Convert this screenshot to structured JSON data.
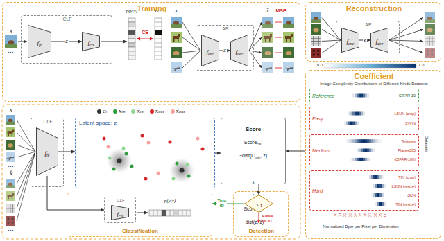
{
  "diagram": {
    "nodes": [
      {
        "text": [
          "Training"
        ]
      },
      {
        "text": [
          "CLF"
        ],
        "in": 0
      },
      {
        "text": [
          "f",
          "fe"
        ],
        "in": 1
      },
      {
        "text": [
          "f",
          "cls"
        ],
        "in": 1
      },
      {
        "text": [
          "AE"
        ],
        "in": 0
      },
      {
        "text": [
          "f",
          "enc"
        ],
        "in": 4
      },
      {
        "text": [
          "f",
          "dec"
        ],
        "in": 4
      },
      {
        "text": [
          "Reconstruction"
        ]
      },
      {
        "text": [
          "AE"
        ],
        "in": 7
      },
      {
        "text": [
          "f",
          "enc"
        ],
        "in": 8
      },
      {
        "text": [
          "f",
          "dec"
        ],
        "in": 8
      },
      {
        "text": [
          "CLF"
        ]
      },
      {
        "text": [
          "f",
          "fe"
        ],
        "in": 11
      },
      {
        "text": [
          "Latent space: z"
        ]
      },
      {
        "text": [
          "Score",
          "Score",
          "cls",
          ":",
          "−dist(C",
          "min",
          ", z)",
          "—",
          "λ",
          "*",
          "Score",
          "rec",
          ":",
          "−dist(z, ẑ)"
        ]
      },
      {
        "text": [
          "Detection"
        ]
      },
      {
        "text": [
          "> τ"
        ],
        "in": 15
      },
      {
        "text": [
          "Classification"
        ]
      },
      {
        "text": [
          "CLF"
        ],
        "in": 17
      },
      {
        "text": [
          "f",
          "cls"
        ],
        "in": 18
      },
      {
        "text": [
          "Coefficient",
          "Image Complexity Distributions of Different Kinds Datasets"
        ]
      },
      {
        "text": [
          "Reference",
          "CIFAR-10"
        ],
        "in": 20
      },
      {
        "text": [
          "Easy",
          "LSUN (crop)",
          "SVHN"
        ],
        "in": 20
      },
      {
        "text": [
          "Medium",
          "Textures",
          "Places365",
          "(CIFAR-100)"
        ],
        "in": 20
      },
      {
        "text": [
          "Hard",
          "TIN (crop)",
          "LSUN (resize)",
          "iSUN",
          "TIN (resize)"
        ],
        "in": 20
      }
    ],
    "edges": [
      {
        "from": 2,
        "to": 3,
        "arrow": "to"
      },
      {
        "from": 5,
        "to": 6,
        "arrow": "to"
      },
      {
        "from": 9,
        "to": 10,
        "arrow": "to"
      },
      {
        "from": 12,
        "to": 13,
        "arrow": "to"
      },
      {
        "from": 12,
        "to": 18,
        "arrow": "to"
      },
      {
        "from": 13,
        "to": 14,
        "arrow": "to"
      },
      {
        "from": 20,
        "to": 14,
        "arrow": "to"
      },
      {
        "from": 14,
        "to": 16,
        "arrow": "to"
      },
      {
        "from": 16,
        "to": 17,
        "label": "True ID",
        "arrow": "to"
      }
    ],
    "labels": [
      "x",
      "z",
      "p(y|x)",
      "GT",
      "CE",
      "...",
      "x",
      "z",
      "x̂",
      "MSE",
      "...",
      "...",
      "...",
      "z",
      "0.0",
      "1.0",
      "x",
      "...",
      "x̂",
      "...",
      "p(y|x)",
      "False OOD",
      "Datasets",
      "Normalized Byte per Pixel per Dimension",
      "0.0",
      "0.1",
      "0.2",
      "0.3",
      "0.4",
      "0.5",
      "0.6",
      "0.7",
      "0.8",
      "0.9",
      "1.0"
    ],
    "legend": [
      {
        "text": "cᵢ",
        "color": "#333333"
      },
      {
        "text": "xᵢₙ",
        "color": "#2e9e3e"
      },
      {
        "text": "x̂ᵢₙ",
        "color": "#8fd694"
      },
      {
        "text": "xₒᵤₜ",
        "color": "#d62728"
      },
      {
        "text": "x̂ₒᵤₜ",
        "color": "#f4a3a3"
      }
    ]
  }
}
